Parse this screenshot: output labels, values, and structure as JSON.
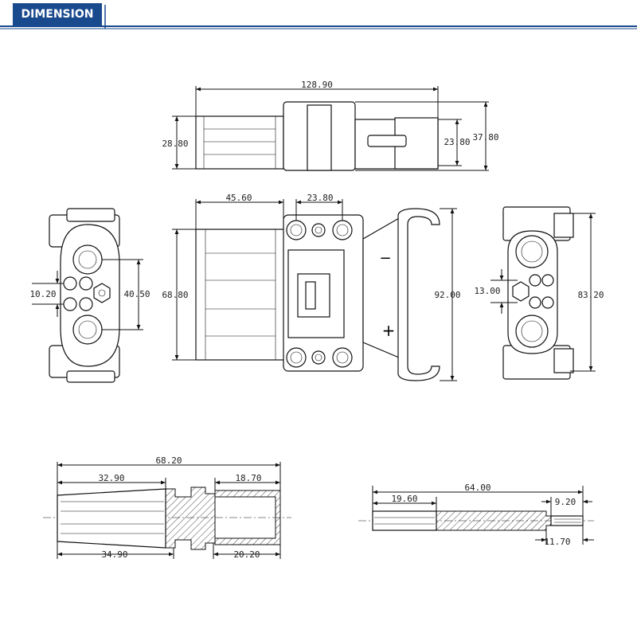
{
  "header": {
    "title": "DIMENSION",
    "brand_color": "#1a4a8e"
  },
  "dimensions": {
    "top_length": "128.90",
    "top_height_left": "28.80",
    "top_height_inner": "23.80",
    "top_height_right": "37.80",
    "front_width_top": "45.60",
    "front_pitch_top": "23.80",
    "front_height_left": "68.80",
    "front_height_right": "92.00",
    "left_pitch_small": "10.20",
    "left_pitch_large": "40.50",
    "right_pitch_small": "13.00",
    "right_height": "83.20",
    "contact1_total": "68.20",
    "contact1_a": "32.90",
    "contact1_b": "18.70",
    "contact1_c": "34.90",
    "contact1_d": "20.20",
    "contact2_total": "64.00",
    "contact2_a": "19.60",
    "contact2_b": "9.20",
    "contact2_c": "11.70"
  },
  "polarity": {
    "minus": "−",
    "plus": "+"
  }
}
